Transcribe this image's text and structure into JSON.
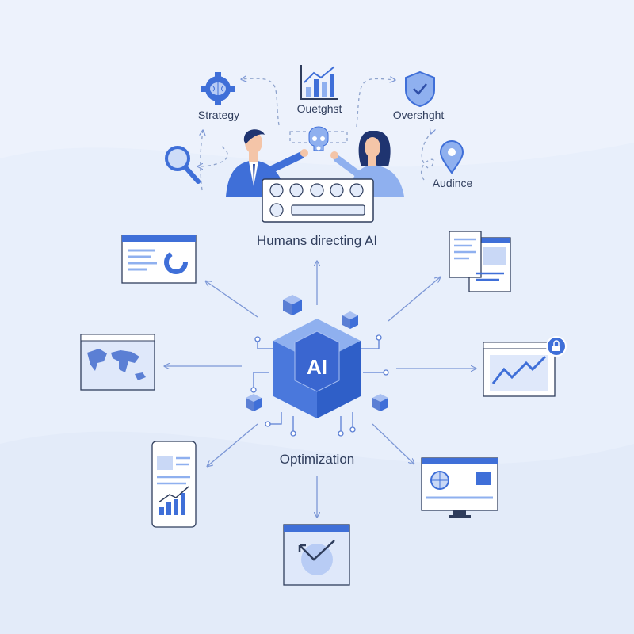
{
  "top": {
    "strategy_label": "Strategy",
    "chart_label": "Ouetghst",
    "oversight_label": "Overshght",
    "audience_label": "Audince"
  },
  "humans_label": "Humans directing AI",
  "core_label": "AI",
  "optimization_label": "Optimization",
  "colors": {
    "accent": "#3f6fd8",
    "light": "#8fb0ef",
    "background": "#e8effb",
    "text": "#2f3d5c"
  }
}
